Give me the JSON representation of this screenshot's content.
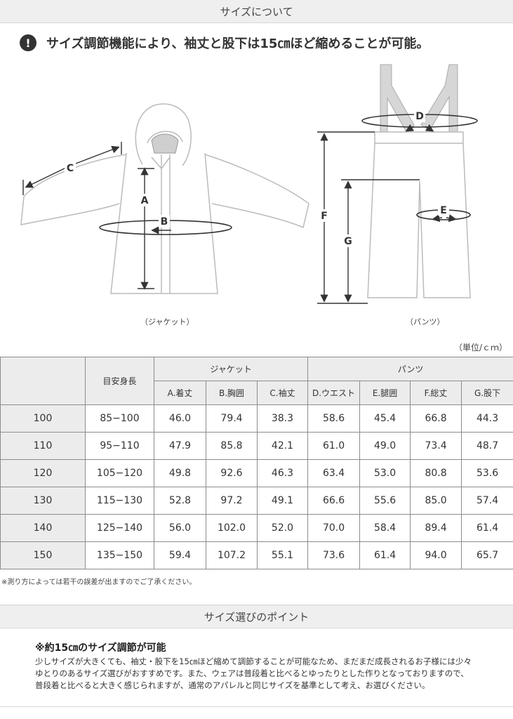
{
  "header": {
    "title": "サイズについて"
  },
  "notice": {
    "icon": "exclamation-icon",
    "text": "サイズ調節機能により、袖丈と股下は15㎝ほど縮めることが可能。"
  },
  "diagram": {
    "jacket_caption": "（ジャケット）",
    "pants_caption": "（パンツ）",
    "labels": {
      "a": "A",
      "b": "B",
      "c": "C",
      "d": "D",
      "e": "E",
      "f": "F",
      "g": "G"
    }
  },
  "unit_label": "（単位/ｃｍ）",
  "table": {
    "group_headers": {
      "height": "目安身長",
      "jacket": "ジャケット",
      "pants": "パンツ"
    },
    "columns": [
      "A.着丈",
      "B.胸囲",
      "C.袖丈",
      "D.ウエスト",
      "E.腿囲",
      "F.総丈",
      "G.股下"
    ],
    "rows": [
      {
        "size": "100",
        "height": "85−100",
        "values": [
          "46.0",
          "79.4",
          "38.3",
          "58.6",
          "45.4",
          "66.8",
          "44.3"
        ]
      },
      {
        "size": "110",
        "height": "95−110",
        "values": [
          "47.9",
          "85.8",
          "42.1",
          "61.0",
          "49.0",
          "73.4",
          "48.7"
        ]
      },
      {
        "size": "120",
        "height": "105−120",
        "values": [
          "49.8",
          "92.6",
          "46.3",
          "63.4",
          "53.0",
          "80.8",
          "53.6"
        ]
      },
      {
        "size": "130",
        "height": "115−130",
        "values": [
          "52.8",
          "97.2",
          "49.1",
          "66.6",
          "55.6",
          "85.0",
          "57.4"
        ]
      },
      {
        "size": "140",
        "height": "125−140",
        "values": [
          "56.0",
          "102.0",
          "52.0",
          "70.0",
          "58.4",
          "89.4",
          "61.4"
        ]
      },
      {
        "size": "150",
        "height": "135−150",
        "values": [
          "59.4",
          "107.2",
          "55.1",
          "73.6",
          "61.4",
          "94.0",
          "65.7"
        ]
      }
    ]
  },
  "footnote": "※測り方によっては若干の誤差が出ますのでご了承ください。",
  "points": {
    "title": "サイズ選びのポイント",
    "subtitle": "※約15㎝のサイズ調節が可能",
    "lines": [
      "少しサイズが大きくても、袖丈・股下を15㎝ほど縮めて調節することが可能なため、まだまだ成長されるお子様には少々",
      "ゆとりのあるサイズ選びがおすすめです。また、ウェアは普段着と比べるとゆったりとした作りとなっておりますので、",
      "普段着と比べると大きく感じられますが、通常のアパレルと同じサイズを基準として考え、お選びください。"
    ]
  }
}
